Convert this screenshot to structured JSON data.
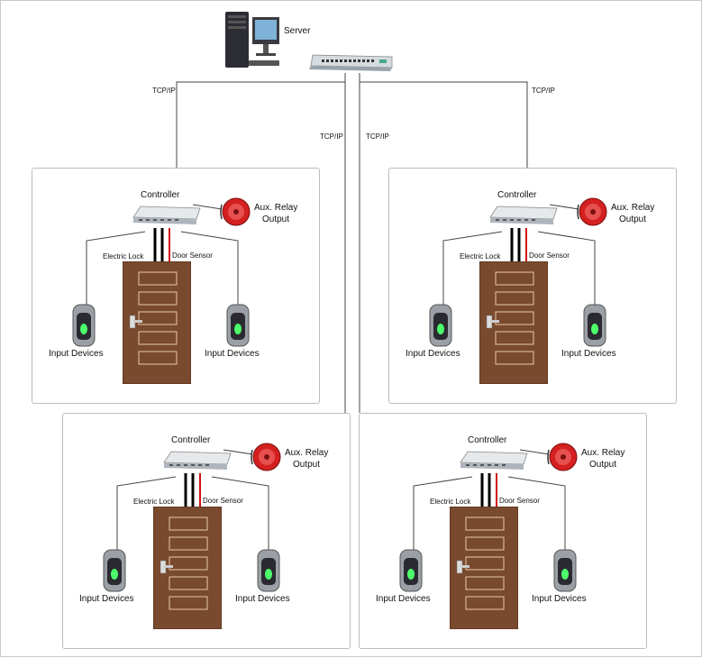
{
  "server": {
    "label": "Server",
    "icon": "server-icon"
  },
  "switch": {
    "icon": "network-switch-icon"
  },
  "links": {
    "left": "TCP/IP",
    "center_left": "TCP/IP",
    "center_right": "TCP/IP",
    "right": "TCP/IP"
  },
  "units": [
    {
      "controller": "Controller",
      "relay_line1": "Aux. Relay",
      "relay_line2": "Output",
      "electric_lock": "Electric Lock",
      "door_sensor": "Door Sensor",
      "input_left": "Input Devices",
      "input_right": "Input Devices"
    },
    {
      "controller": "Controller",
      "relay_line1": "Aux. Relay",
      "relay_line2": "Output",
      "electric_lock": "Electric Lock",
      "door_sensor": "Door Sensor",
      "input_left": "Input Devices",
      "input_right": "Input Devices"
    },
    {
      "controller": "Controller",
      "relay_line1": "Aux. Relay",
      "relay_line2": "Output",
      "electric_lock": "Electric Lock",
      "door_sensor": "Door Sensor",
      "input_left": "Input Devices",
      "input_right": "Input Devices"
    },
    {
      "controller": "Controller",
      "relay_line1": "Aux. Relay",
      "relay_line2": "Output",
      "electric_lock": "Electric Lock",
      "door_sensor": "Door Sensor",
      "input_left": "Input Devices",
      "input_right": "Input Devices"
    }
  ],
  "colors": {
    "door": "#7a4a2e",
    "lock_wire": "#000000",
    "sensor_wire": "#d01010",
    "bell": "#d42020",
    "line": "#444444"
  }
}
